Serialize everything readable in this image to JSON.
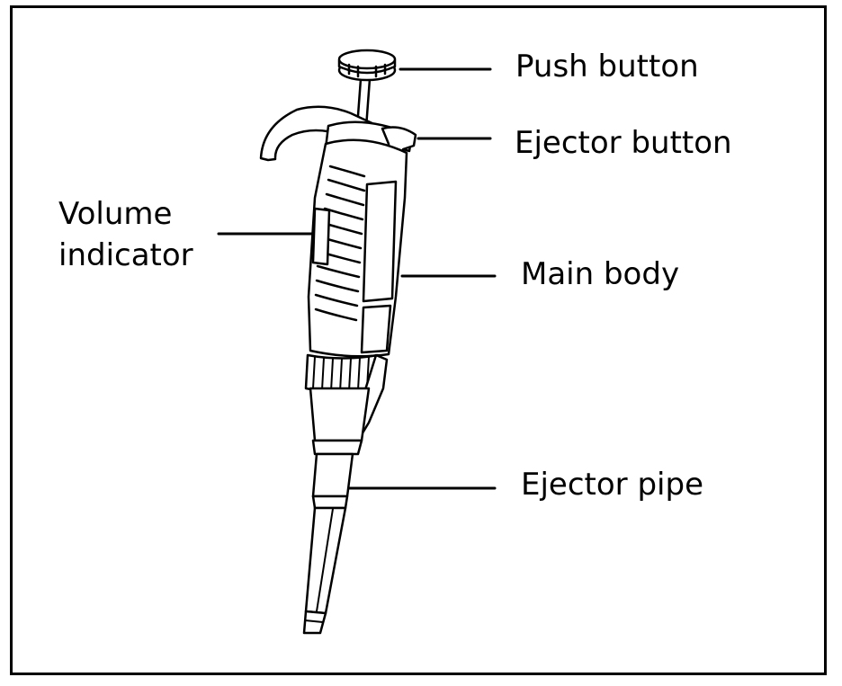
{
  "labels": {
    "push_button": "Push button",
    "ejector_button": "Ejector button",
    "volume_line1": "Volume",
    "volume_line2": "indicator",
    "main_body": "Main body",
    "ejector_pipe": "Ejector pipe"
  },
  "icons": {
    "pipette": "pipette-drawing-icon"
  },
  "colors": {
    "stroke": "#000000",
    "background": "#ffffff"
  }
}
